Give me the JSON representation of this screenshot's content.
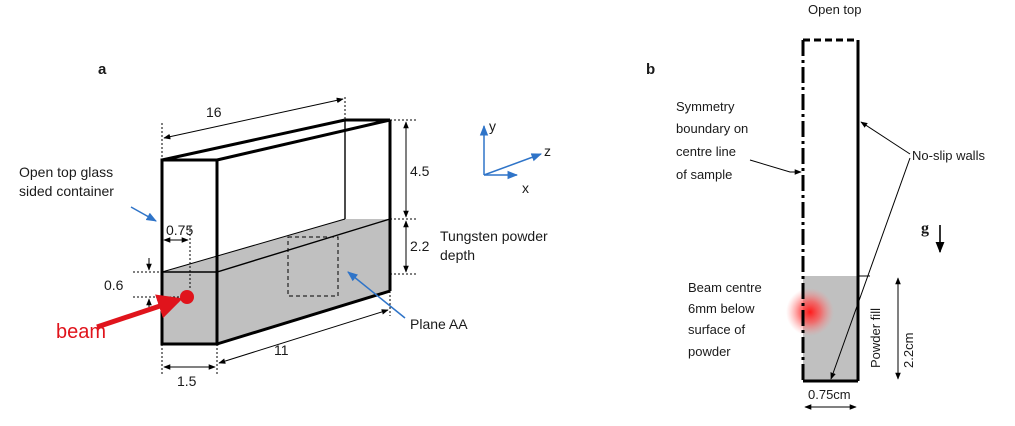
{
  "panel_a": {
    "letter": "a",
    "dim_length": "16",
    "dim_height_air": "4.5",
    "dim_height_powder": "2.2",
    "dim_width_top": "0.75",
    "dim_beam_depth": "0.6",
    "dim_width_bottom": "1.5",
    "dim_depth_bottom": "11",
    "label_container_line1": "Open top glass",
    "label_container_line2": "sided container",
    "label_powder_line1": "Tungsten powder",
    "label_powder_line2": "depth",
    "label_plane": "Plane AA",
    "label_beam": "beam",
    "axis_y": "y",
    "axis_z": "z",
    "axis_x": "x"
  },
  "panel_b": {
    "letter": "b",
    "label_open_top": "Open top",
    "label_symmetry": [
      "Symmetry",
      "boundary on",
      "centre line",
      "of sample"
    ],
    "label_noslip": "No-slip walls",
    "label_g": "g",
    "label_beam_centre": [
      "Beam centre",
      "6mm below",
      "surface of",
      "powder"
    ],
    "label_powder_fill": "Powder fill",
    "dim_fill_height": "2.2cm",
    "dim_width": "0.75cm"
  },
  "colors": {
    "line": "#000000",
    "powder": "#c0c0c0",
    "beam": "#e0141c",
    "pointer": "#2f74c8"
  }
}
